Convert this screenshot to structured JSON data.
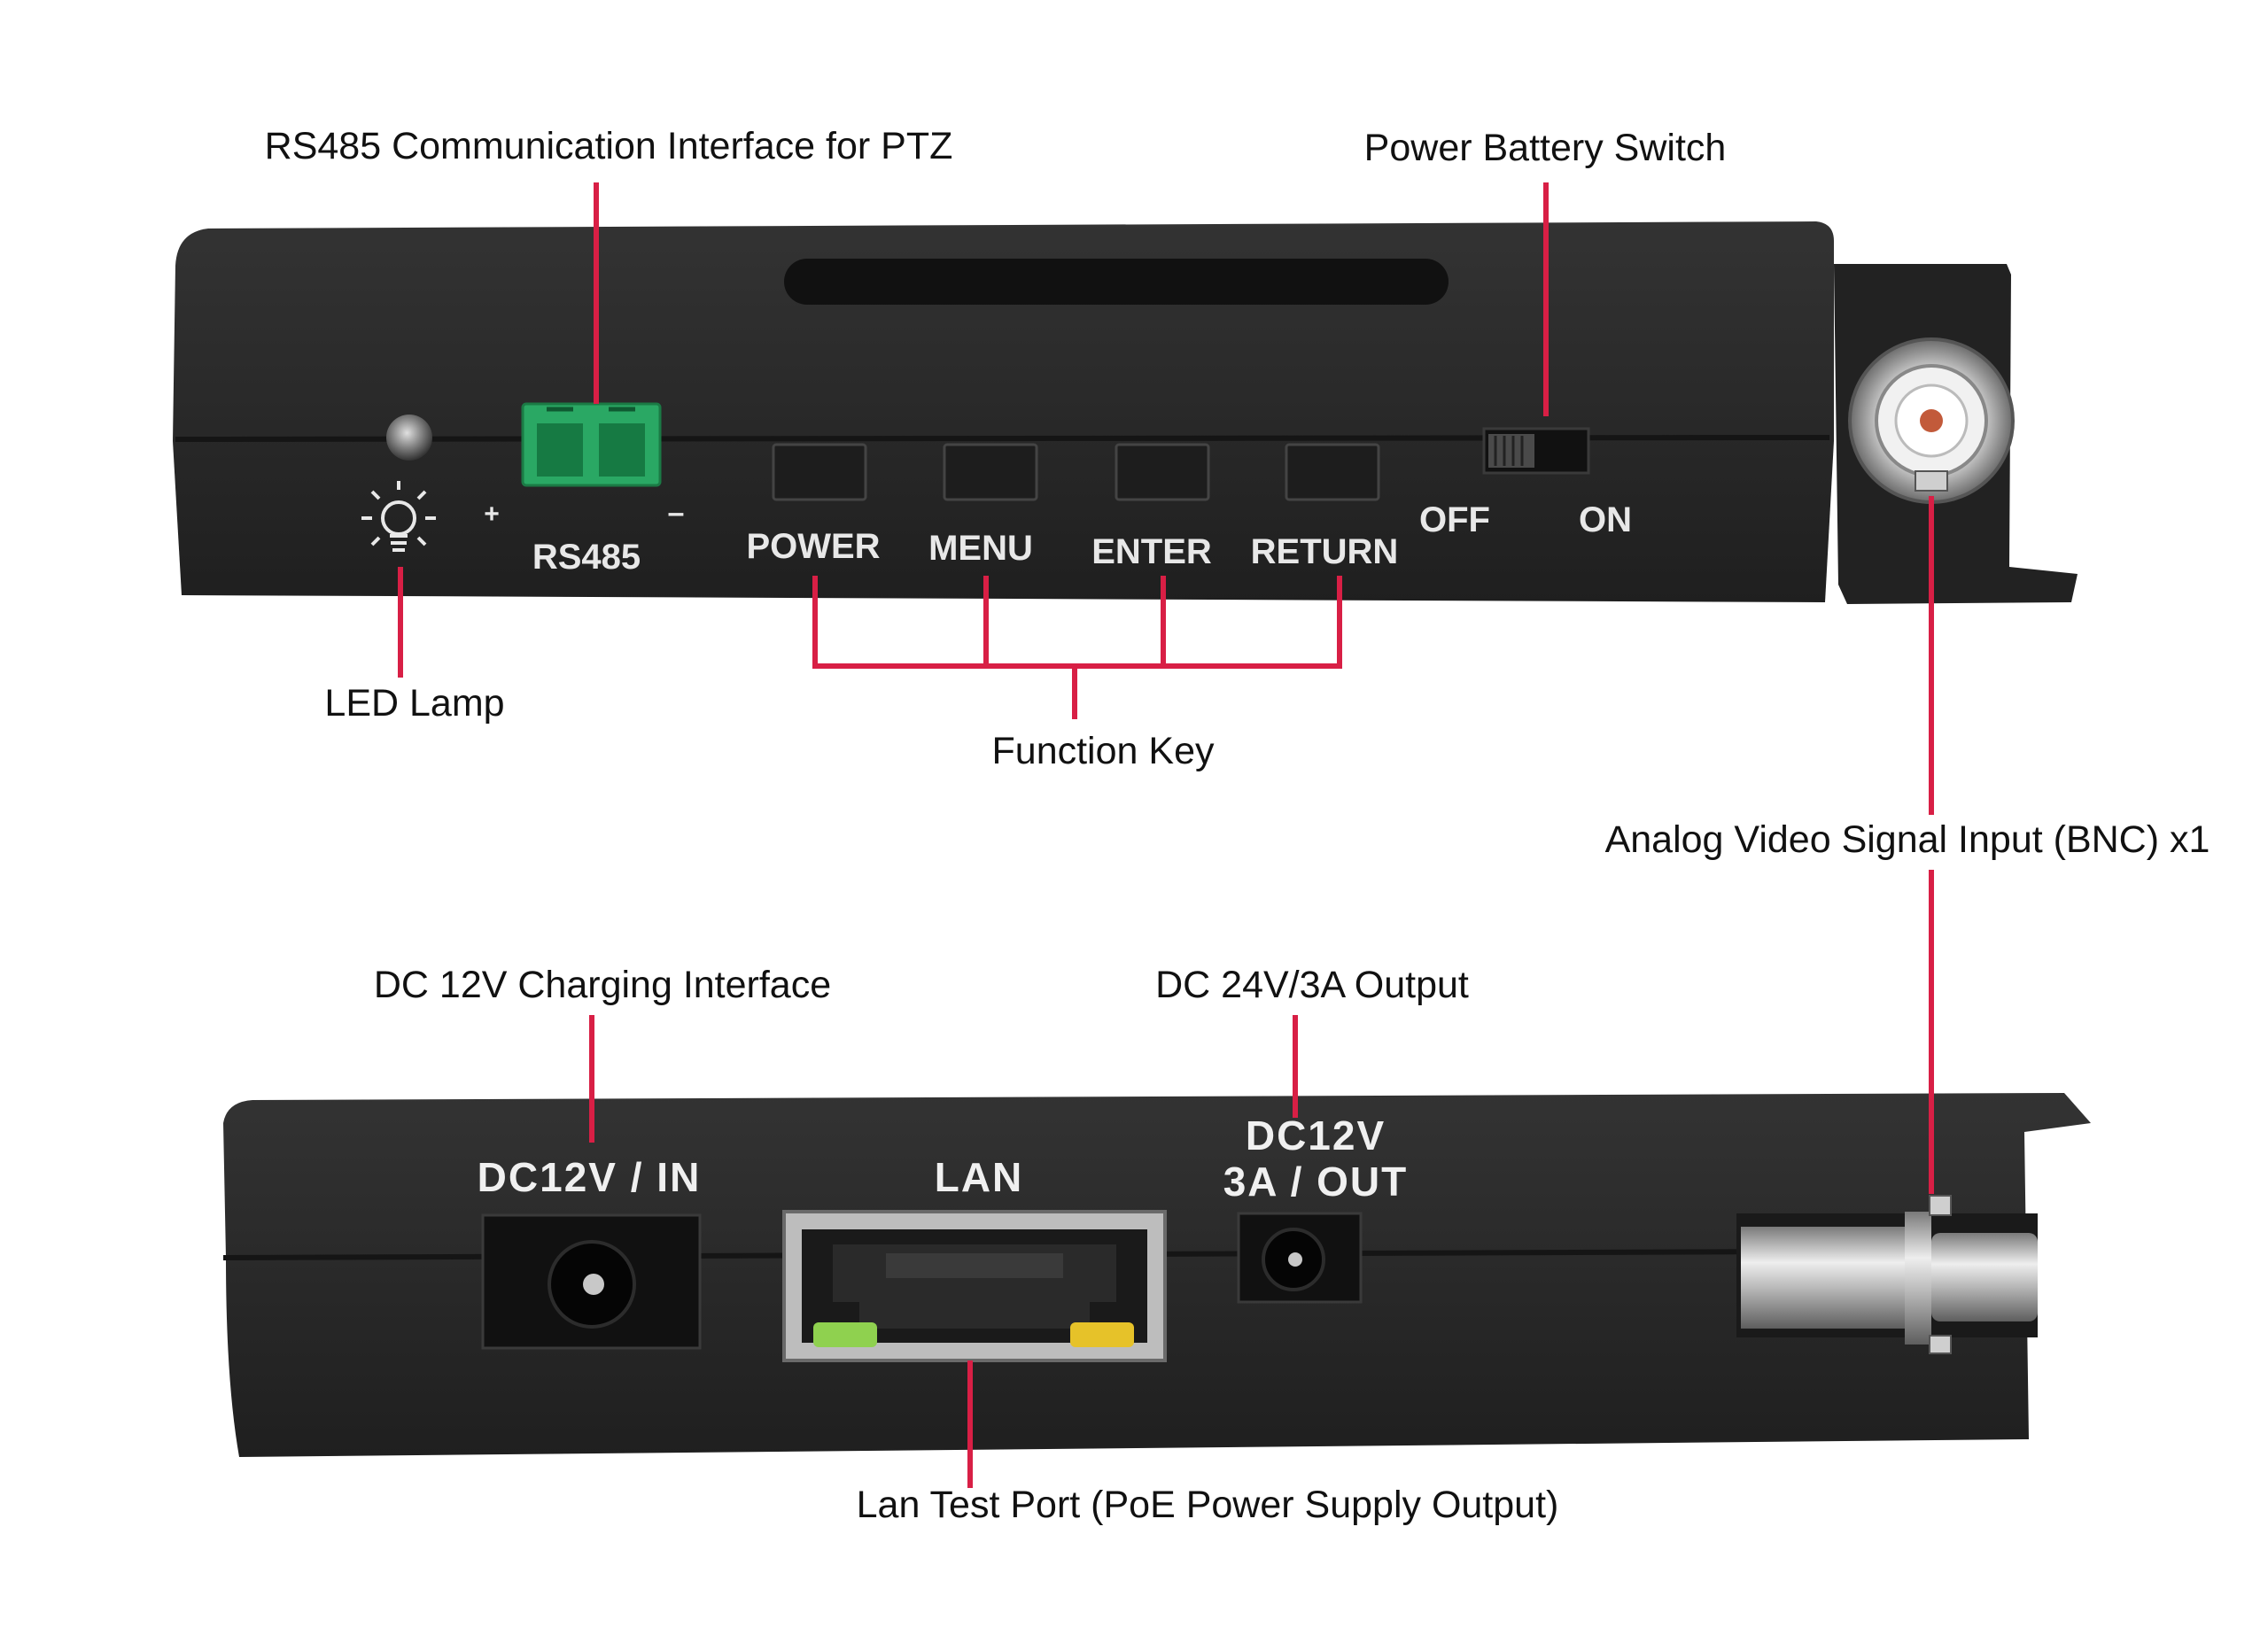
{
  "colors": {
    "leader": "#d81f45",
    "body": "#2b2b2b",
    "body_dark": "#1d1d1d",
    "terminal_green": "#2aa864",
    "led_green": "#8fd14f",
    "led_yellow": "#e6c229"
  },
  "callouts": {
    "rs485_interface": "RS485 Communication Interface for PTZ",
    "power_battery_switch": "Power Battery Switch",
    "led_lamp": "LED Lamp",
    "function_key": "Function Key",
    "analog_video_input": "Analog Video Signal Input (BNC) x1",
    "dc12v_charging": "DC 12V Charging Interface",
    "dc24v_output": "DC 24V/3A Output",
    "lan_test_port": "Lan Test Port (PoE Power Supply Output)"
  },
  "top_panel": {
    "plus": "+",
    "minus": "–",
    "rs485": "RS485",
    "keys": [
      "POWER",
      "MENU",
      "ENTER",
      "RETURN"
    ],
    "switch_off": "OFF",
    "switch_on": "ON",
    "icons": {
      "led": "lightbulb-icon"
    }
  },
  "bottom_panel": {
    "dc_in": "DC12V / IN",
    "lan": "LAN",
    "dc_out_line1": "DC12V",
    "dc_out_line2": "3A / OUT"
  }
}
